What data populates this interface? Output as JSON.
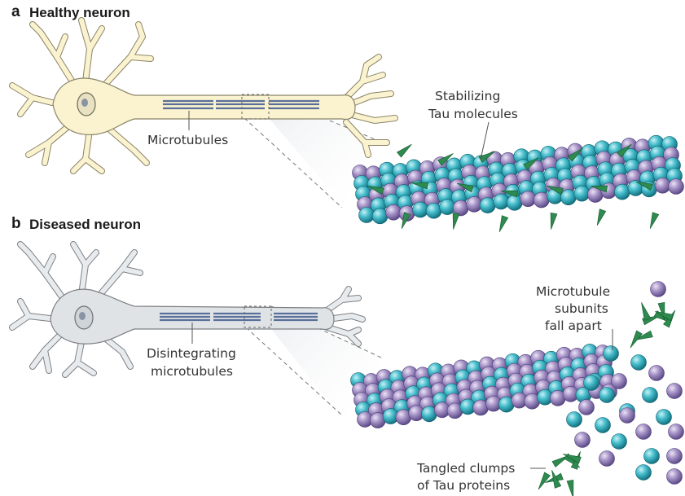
{
  "panel_a": {
    "letter": "a",
    "title": "Healthy neuron",
    "labels": {
      "microtubules": "Microtubules",
      "stabilizing_line1": "Stabilizing",
      "stabilizing_line2": "Tau molecules"
    }
  },
  "panel_b": {
    "letter": "b",
    "title": "Diseased neuron",
    "labels": {
      "disintegrating_line1": "Disintegrating",
      "disintegrating_line2": "microtubules",
      "subunits_line1": "Microtubule",
      "subunits_line2": "subunits",
      "subunits_line3": "fall apart",
      "tangled_line1": "Tangled clumps",
      "tangled_line2": "of Tau proteins"
    }
  },
  "colors": {
    "healthy_cell_fill": "#fbf3cf",
    "healthy_cell_stroke": "#8a8468",
    "diseased_cell_fill": "#dfe3e6",
    "diseased_cell_stroke": "#7c8084",
    "tubulin_teal": "#3bb2c2",
    "tubulin_purple": "#9c88bd",
    "tau_green": "#2e8a4e",
    "microtubule_line": "#5a6f99"
  }
}
